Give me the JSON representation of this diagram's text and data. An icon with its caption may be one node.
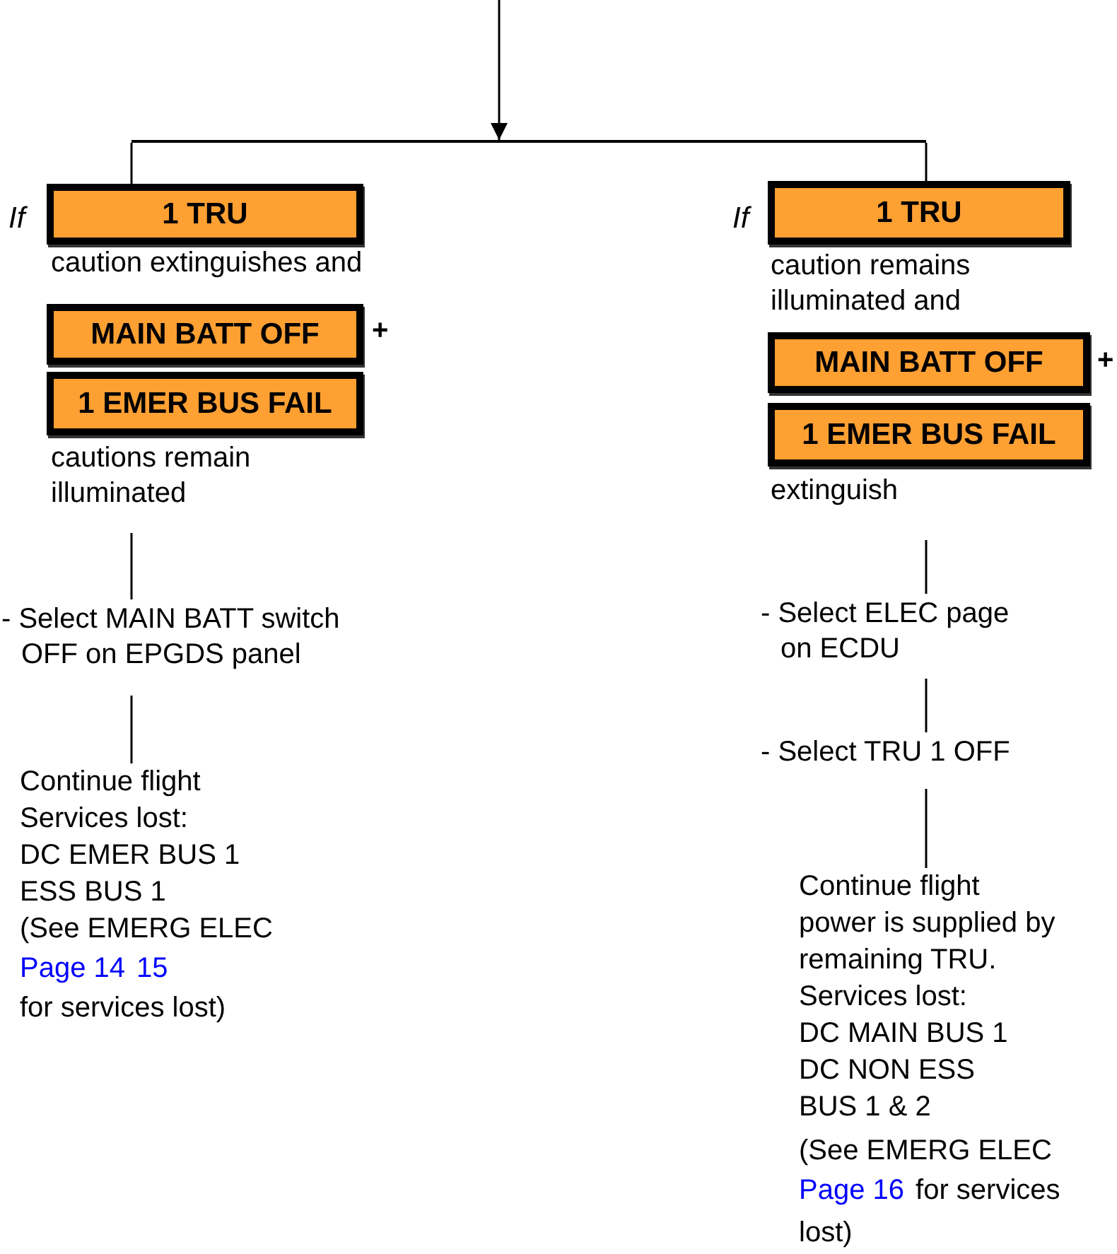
{
  "diagram": {
    "nodes": [
      {
        "text": [],
        "shape": "bar"
      },
      {
        "text": [
          "1 TRU"
        ],
        "beside": [
          "If",
          "caution extinguishes and"
        ]
      },
      {
        "text": [
          "MAIN BATT OFF"
        ],
        "beside": [
          "+"
        ]
      },
      {
        "text": [
          "1 EMER BUS FAIL"
        ],
        "beside": [
          "cautions remain illuminated"
        ]
      },
      {
        "text": [
          "- Select MAIN BATT switch OFF on EPGDS panel"
        ]
      },
      {
        "text": [
          "Continue flight",
          "Services lost:",
          "DC EMER BUS 1",
          "ESS BUS 1",
          "(See EMERG ELEC",
          "Page 14",
          "15",
          "for services lost)"
        ]
      },
      {
        "text": [
          "1 TRU"
        ],
        "beside": [
          "If",
          "caution remains illuminated and"
        ]
      },
      {
        "text": [
          "MAIN BATT OFF"
        ],
        "beside": [
          "+"
        ]
      },
      {
        "text": [
          "1 EMER BUS FAIL"
        ],
        "beside": [
          "extinguish"
        ]
      },
      {
        "text": [
          "- Select ELEC page on ECDU"
        ]
      },
      {
        "text": [
          "- Select TRU 1 OFF"
        ]
      },
      {
        "text": [
          "Continue flight",
          "power is supplied by",
          "remaining TRU.",
          "Services lost:",
          "DC MAIN BUS 1",
          "DC NON ESS",
          "BUS 1 & 2",
          "(See EMERG ELEC",
          "Page 16",
          "for services lost)"
        ]
      }
    ],
    "edges": [
      {
        "from": null,
        "to": 0,
        "arrow": "to"
      },
      {
        "from": 0,
        "to": 1,
        "arrow": "none"
      },
      {
        "from": 0,
        "to": 6,
        "arrow": "none"
      },
      {
        "from": 3,
        "to": 4,
        "arrow": "none"
      },
      {
        "from": 4,
        "to": 5,
        "arrow": "none"
      },
      {
        "from": 8,
        "to": 9,
        "arrow": "none"
      },
      {
        "from": 9,
        "to": 10,
        "arrow": "none"
      },
      {
        "from": 10,
        "to": 11,
        "arrow": "none"
      }
    ]
  }
}
